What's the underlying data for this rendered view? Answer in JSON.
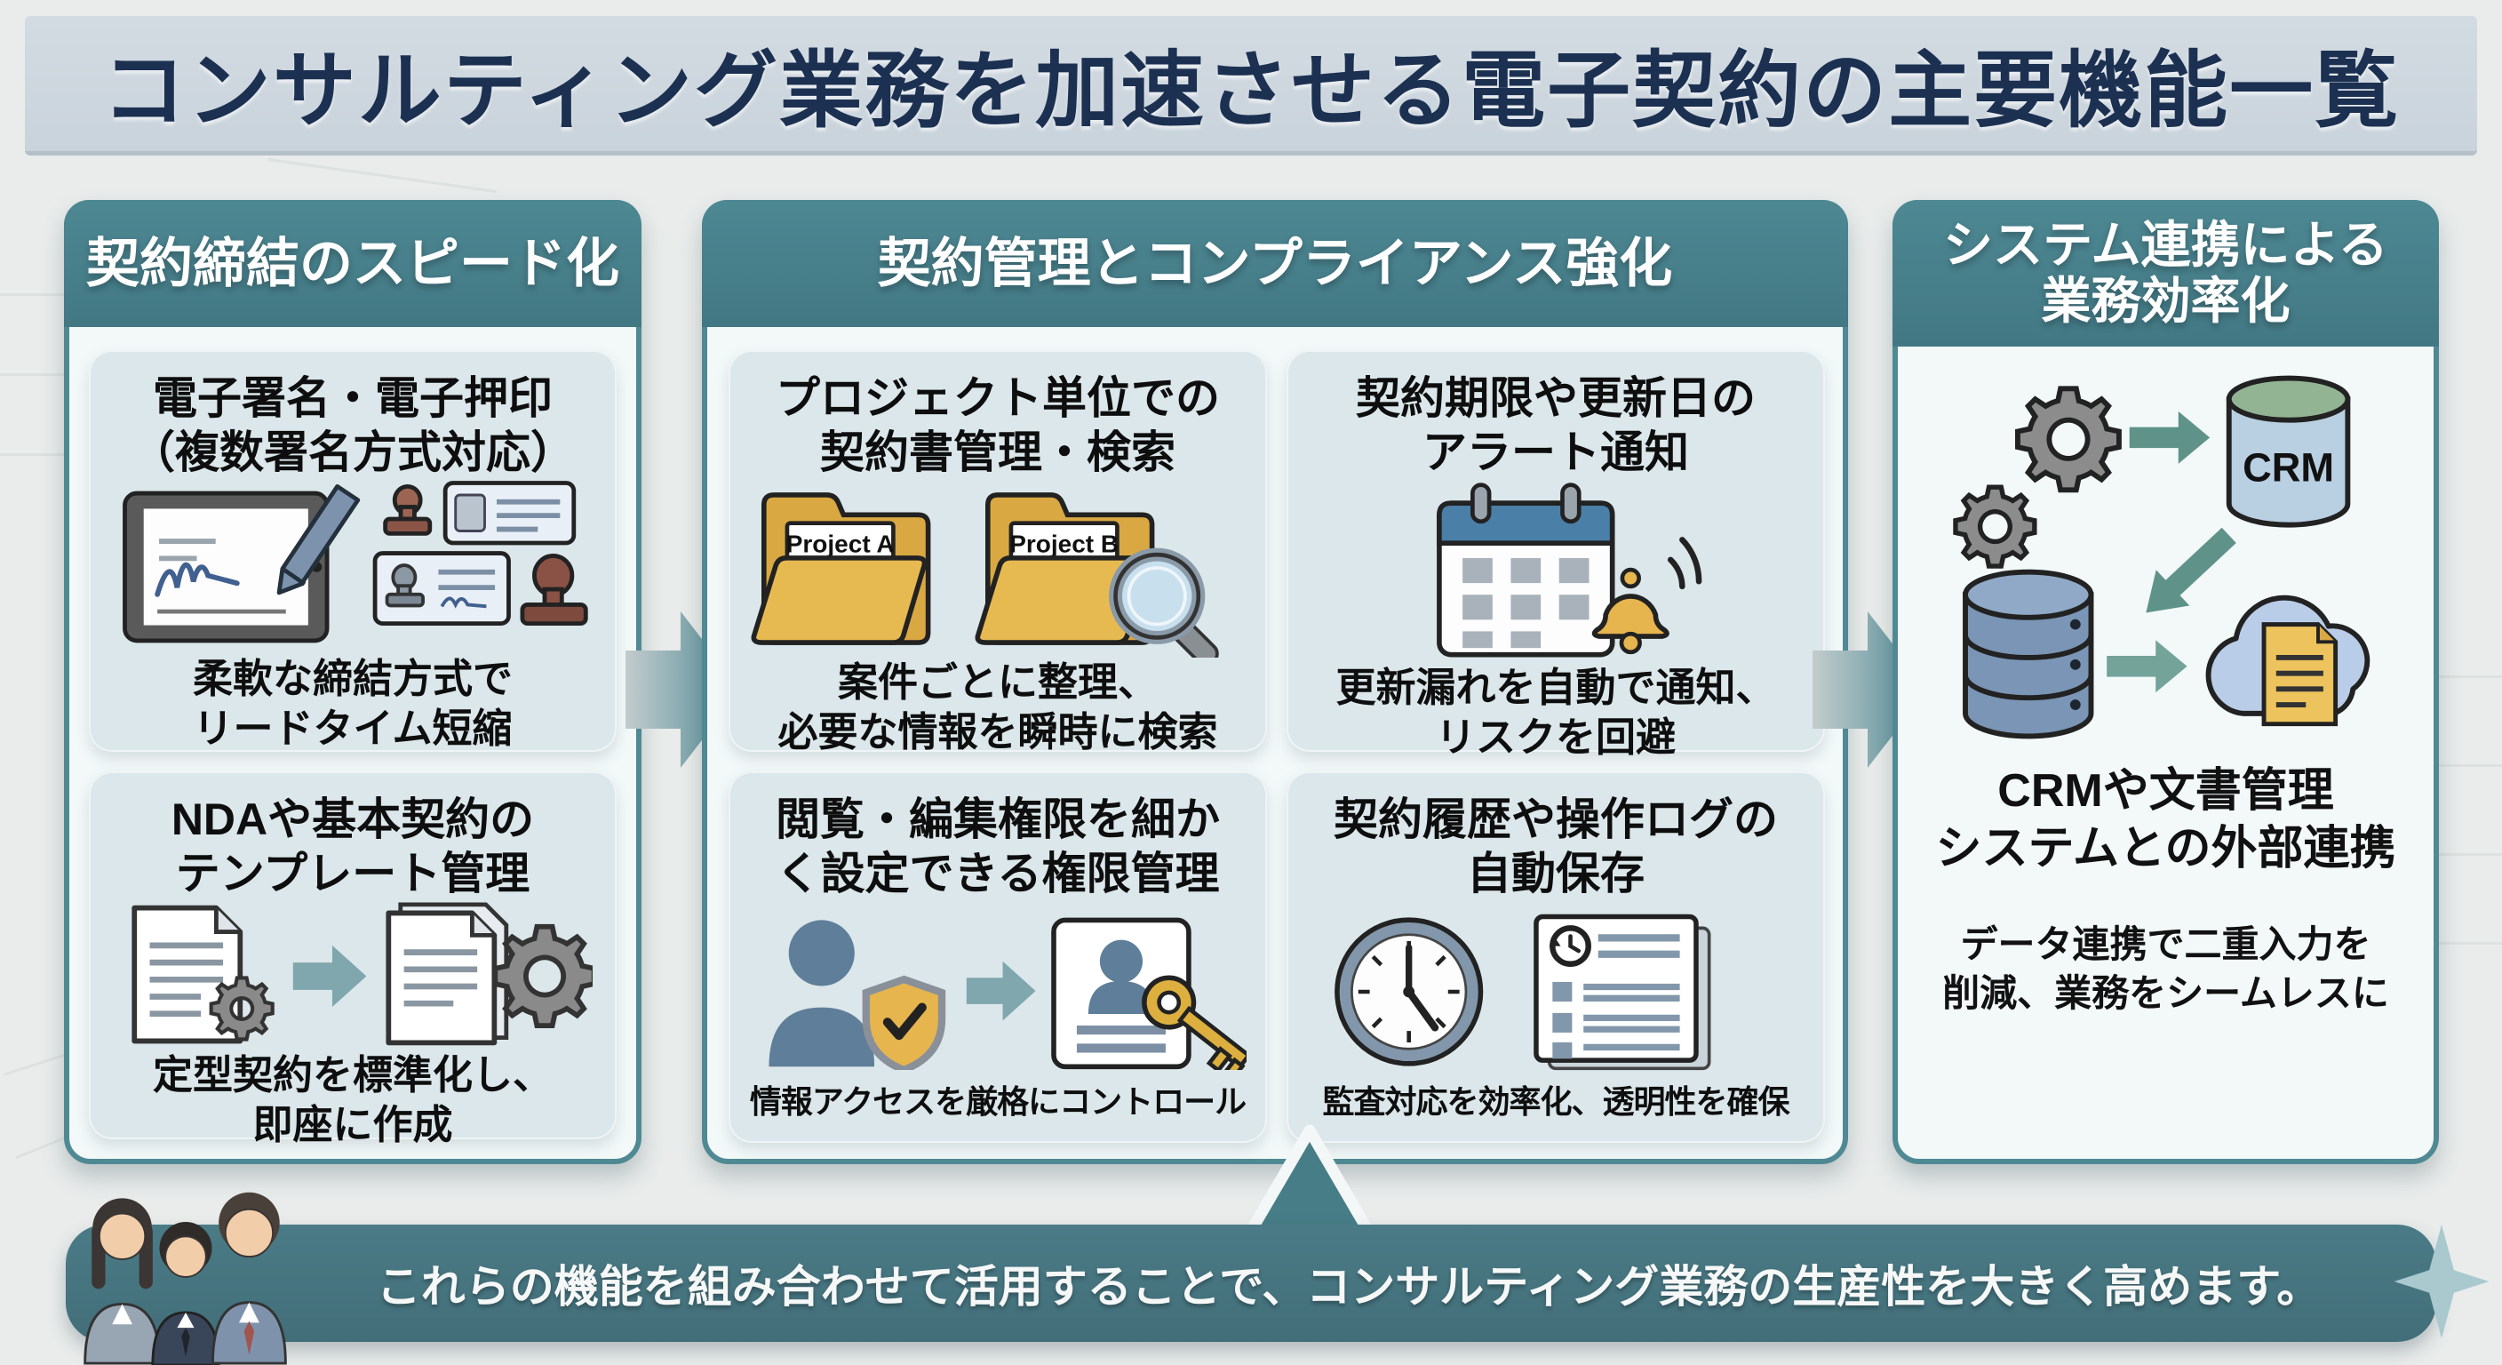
{
  "title": "コンサルティング業務を加速させる電子契約の主要機能一覧",
  "columns": [
    {
      "header": "契約締結のスピード化",
      "cards": [
        {
          "title": "電子署名・電子押印\n（複数署名方式対応）",
          "caption": "柔軟な締結方式で\nリードタイム短縮"
        },
        {
          "title": "NDAや基本契約の\nテンプレート管理",
          "caption": "定型契約を標準化し、\n即座に作成"
        }
      ]
    },
    {
      "header": "契約管理とコンプライアンス強化",
      "cards": [
        {
          "title": "プロジェクト単位での\n契約書管理・検索",
          "caption": "案件ごとに整理、\n必要な情報を瞬時に検索",
          "folder_a": "Project A",
          "folder_b": "Project B"
        },
        {
          "title": "契約期限や更新日の\nアラート通知",
          "caption": "更新漏れを自動で通知、\nリスクを回避"
        },
        {
          "title": "閲覧・編集権限を細か\nく設定できる権限管理",
          "caption": "情報アクセスを厳格にコントロール"
        },
        {
          "title": "契約履歴や操作ログの\n自動保存",
          "caption": "監査対応を効率化、透明性を確保"
        }
      ]
    },
    {
      "header": "システム連携による\n業務効率化",
      "integration_title": "CRMや文書管理\nシステムとの外部連携",
      "caption": "データ連携で二重入力を\n削減、業務をシームレスに",
      "crm_label": "CRM"
    }
  ],
  "footer": {
    "message": "これらの機能を組み合わせて活用することで、コンサルティング業務の生産性を大きく高めます。"
  },
  "colors": {
    "teal_header": "#47808C",
    "panel_bg": "#F3F9F9",
    "card_bg": "#DBE7EA",
    "title_text": "#1C3051",
    "title_band_bg": "#CDD6DE",
    "footer_bg": "#45747F",
    "accent_gold": "#E2B04E",
    "accent_blue_gray": "#5F7E99",
    "folder_yellow": "#DFAF4E"
  }
}
